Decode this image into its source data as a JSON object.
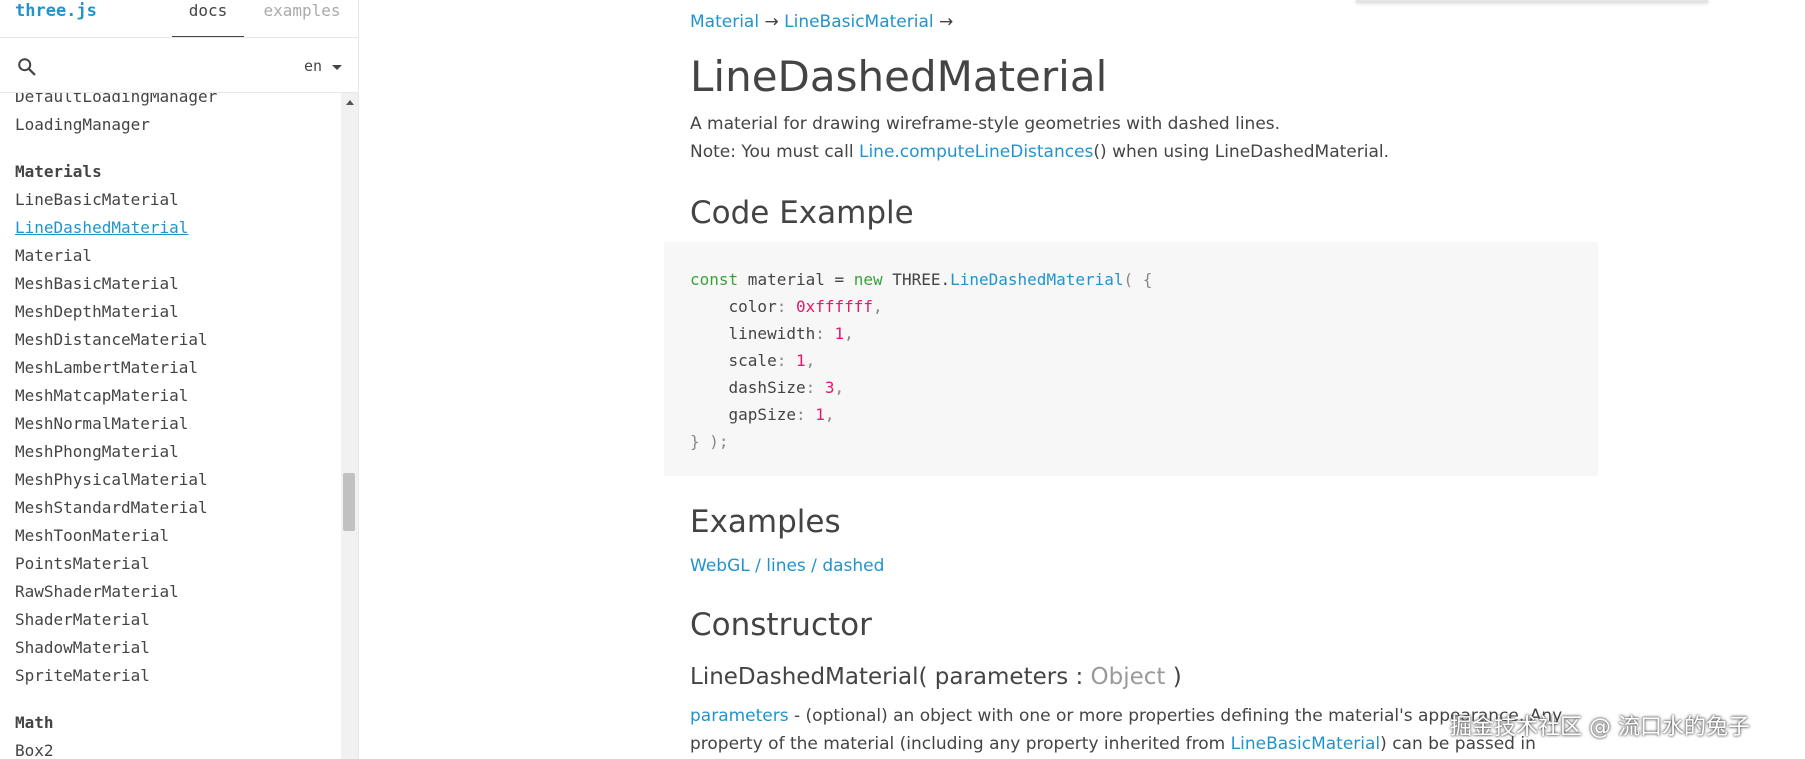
{
  "sidebar": {
    "brand": "three.js",
    "tabs": {
      "docs": "docs",
      "examples": "examples"
    },
    "search": {
      "placeholder": ""
    },
    "language": "en",
    "nav": {
      "loaders_tail": [
        "DefaultLoadingManager",
        "LoadingManager"
      ],
      "materials_heading": "Materials",
      "materials": [
        "LineBasicMaterial",
        "LineDashedMaterial",
        "Material",
        "MeshBasicMaterial",
        "MeshDepthMaterial",
        "MeshDistanceMaterial",
        "MeshLambertMaterial",
        "MeshMatcapMaterial",
        "MeshNormalMaterial",
        "MeshPhongMaterial",
        "MeshPhysicalMaterial",
        "MeshStandardMaterial",
        "MeshToonMaterial",
        "PointsMaterial",
        "RawShaderMaterial",
        "ShaderMaterial",
        "ShadowMaterial",
        "SpriteMaterial"
      ],
      "selected": "LineDashedMaterial",
      "math_heading": "Math",
      "math": [
        "Box2"
      ]
    }
  },
  "content": {
    "breadcrumb": [
      {
        "label": "Material",
        "link": true
      },
      {
        "label": "→",
        "link": false
      },
      {
        "label": "LineBasicMaterial",
        "link": true
      },
      {
        "label": "→",
        "link": false
      }
    ],
    "title": "LineDashedMaterial",
    "description": "A material for drawing wireframe-style geometries with dashed lines.",
    "note_prefix": "Note: You must call ",
    "note_link": "Line.computeLineDistances",
    "note_suffix": "() when using LineDashedMaterial.",
    "code_heading": "Code Example",
    "code": {
      "line1": {
        "kw1": "const",
        "var": " material = ",
        "kw2": "new",
        "ns": " THREE.",
        "cls": "LineDashedMaterial",
        "open": "( {"
      },
      "props": [
        {
          "key": "color",
          "value": "0xffffff"
        },
        {
          "key": "linewidth",
          "value": "1"
        },
        {
          "key": "scale",
          "value": "1"
        },
        {
          "key": "dashSize",
          "value": "3"
        },
        {
          "key": "gapSize",
          "value": "1"
        }
      ],
      "close": "} );"
    },
    "examples_heading": "Examples",
    "example_link": "WebGL / lines / dashed",
    "constructor_heading": "Constructor",
    "constructor": {
      "name": "LineDashedMaterial( parameters : ",
      "type": "Object",
      "end": " )"
    },
    "params": {
      "name": "parameters",
      "text1": " - (optional) an object with one or more properties defining the material's appearance. Any",
      "text2_prefix": "property of the material (including any property inherited from ",
      "text2_link": "LineBasicMaterial",
      "text2_suffix": ") can be passed in"
    }
  },
  "watermark": "掘金技术社区 @ 流口水的兔子",
  "colors": {
    "link": "#2194ce",
    "keyword": "#39a33a",
    "number": "#e2186d",
    "text": "#444444",
    "muted": "#999999"
  }
}
